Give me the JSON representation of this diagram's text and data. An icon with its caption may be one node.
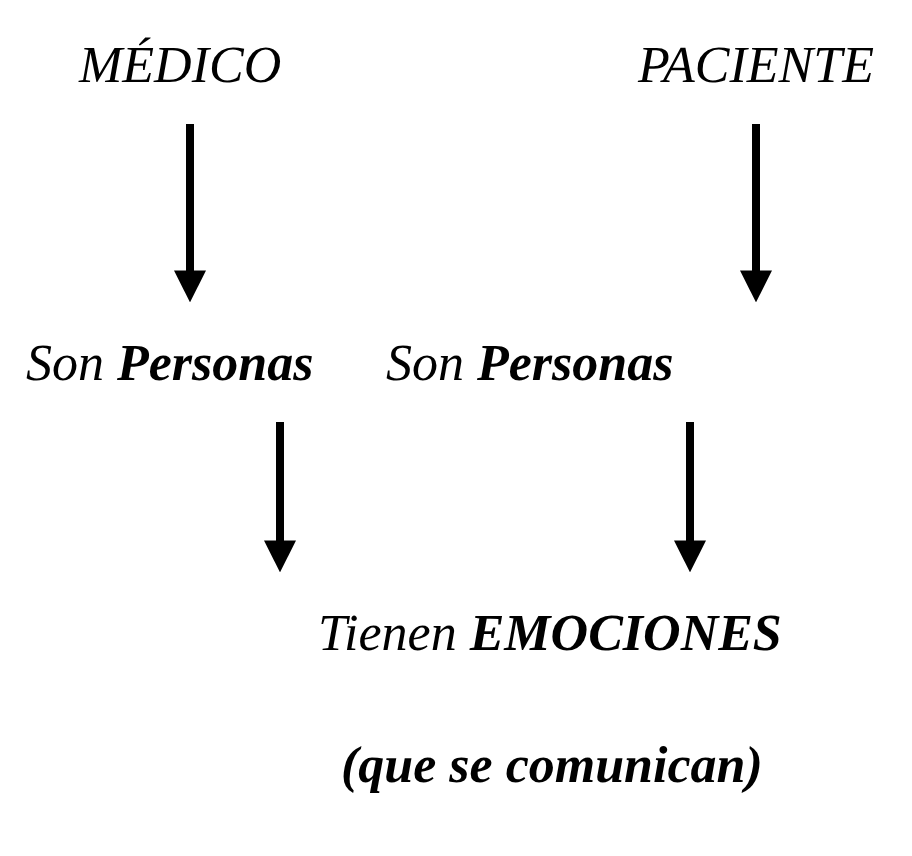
{
  "diagram": {
    "nodes": [
      {
        "text": [
          "MÉDICO"
        ]
      },
      {
        "text": [
          "PACIENTE"
        ]
      },
      {
        "text": [
          "Son **Personas**"
        ]
      },
      {
        "text": [
          "Son **Personas**"
        ]
      },
      {
        "text": [
          "Tienen **EMOCIONES**"
        ]
      }
    ],
    "edges": [
      {
        "from": 0,
        "to": 2,
        "arrow": "to"
      },
      {
        "from": 1,
        "to": 3,
        "arrow": "to"
      },
      {
        "from": 2,
        "to": 4,
        "arrow": "to"
      },
      {
        "from": 3,
        "to": 4,
        "arrow": "to"
      }
    ],
    "labels": [
      "(que se comunican)"
    ]
  }
}
